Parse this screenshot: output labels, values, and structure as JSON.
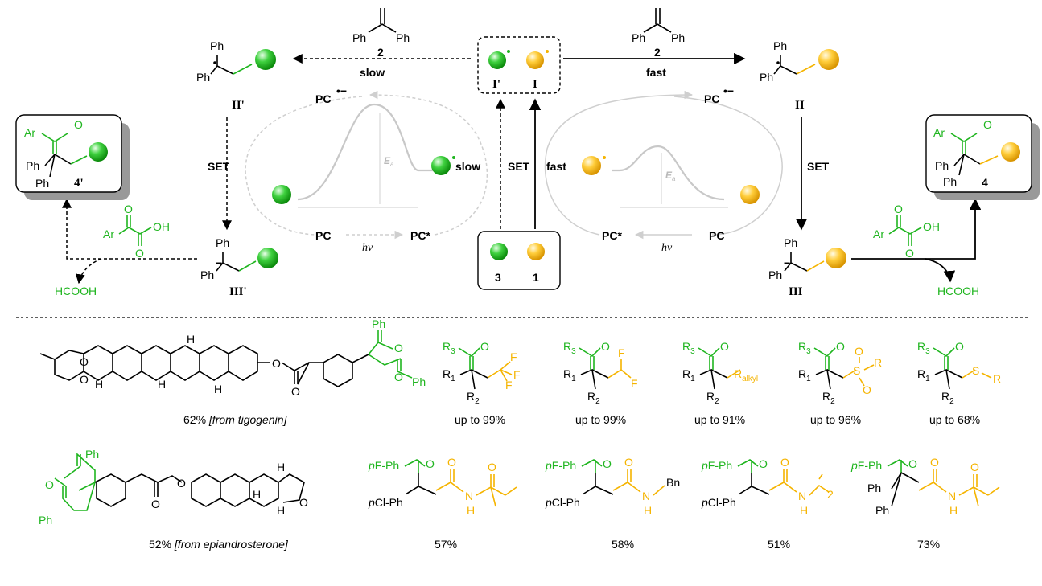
{
  "reagent": {
    "ph_left": "Ph",
    "ph_right": "Ph",
    "number": "2"
  },
  "arrows": {
    "slow": "slow",
    "fast": "fast",
    "set": "SET"
  },
  "radicals": {
    "green_label": "I'",
    "gold_label": "I"
  },
  "intermediates": {
    "ph": "Ph",
    "II": "II",
    "II_prime": "II'",
    "III": "III",
    "III_prime": "III'"
  },
  "cycle": {
    "pc_radical_anion": "PC",
    "pc": "PC",
    "pc_star": "PC*",
    "hv": "hν",
    "ea": "E",
    "ea_sub": "a",
    "slow": "slow",
    "fast": "fast"
  },
  "substrates": {
    "green_number": "3",
    "gold_number": "1"
  },
  "acid": {
    "ar": "Ar",
    "o": "O",
    "oh": "OH"
  },
  "byproduct": "HCOOH",
  "products": {
    "ar": "Ar",
    "o": "O",
    "ph": "Ph",
    "label_4": "4",
    "label_4_prime": "4'"
  },
  "scope_top": [
    {
      "yield": "up to 99%",
      "tail": "CF3"
    },
    {
      "yield": "up to 99%",
      "tail": "CHF2"
    },
    {
      "yield": "up to 91%",
      "tail": "R_alkyl"
    },
    {
      "yield": "up to 96%",
      "tail": "SO2R"
    },
    {
      "yield": "up to 68%",
      "tail": "SR"
    }
  ],
  "scope_labels": {
    "r1": "R",
    "r2": "R",
    "r3": "R",
    "s1": "1",
    "s2": "2",
    "s3": "3",
    "alkyl": "alkyl",
    "f": "F",
    "s": "S",
    "o": "O",
    "r": "R"
  },
  "steroid_top": {
    "yield": "62%",
    "source": "[from tigogenin]",
    "ph": "Ph",
    "o": "O",
    "h": "H"
  },
  "steroid_bottom": {
    "yield": "52%",
    "source": "[from epiandrosterone]",
    "ph": "Ph",
    "o": "O",
    "h": "H"
  },
  "scope_bottom": [
    {
      "yield": "57%",
      "left": "pF-Ph",
      "lower": "pCl-Ph",
      "amine": "N",
      "amine_h": "H"
    },
    {
      "yield": "58%",
      "left": "pF-Ph",
      "lower": "pCl-Ph",
      "amine": "N",
      "amine_h": "H",
      "bn": "Bn"
    },
    {
      "yield": "51%",
      "left": "pF-Ph",
      "lower": "pCl-Ph",
      "amine": "N",
      "amine_h": "H",
      "sub": "2"
    },
    {
      "yield": "73%",
      "left": "pF-Ph",
      "lower": "Ph",
      "amine": "N",
      "amine_h": "H"
    }
  ],
  "colors": {
    "green": "#1fb51f",
    "gold": "#f5b400",
    "grey": "#cfcfcf"
  }
}
